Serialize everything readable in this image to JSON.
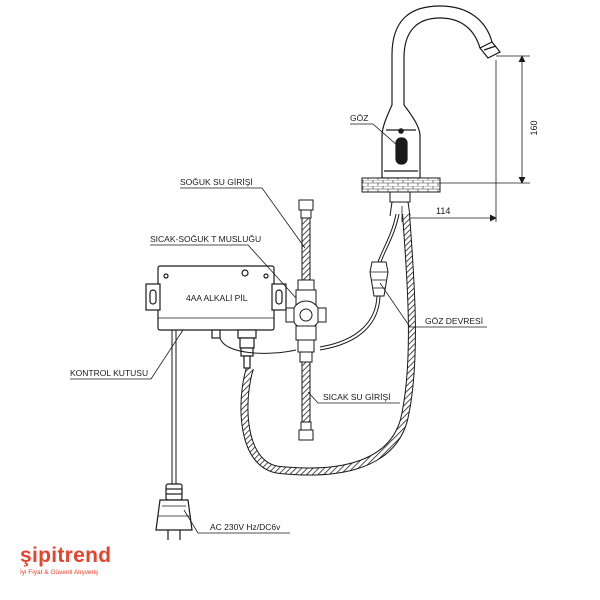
{
  "labels": {
    "goz": "GÖZ",
    "soguk_su": "SOĞUK SU GİRİŞİ",
    "t_musluk": "SICAK-SOĞUK T MUSLUĞU",
    "pil": "4AA ALKALİ PİL",
    "kontrol": "KONTROL KUTUSU",
    "goz_devresi": "GÖZ DEVRESİ",
    "sicak_su": "SICAK SU GİRİŞİ",
    "ac": "AC 230V Hz/DC6v"
  },
  "dimensions": {
    "height": "160",
    "reach": "114"
  },
  "brand": {
    "name": "şipitrend",
    "tagline": "İyi Fiyat & Güvenli Alışveriş",
    "color": "#e8432c"
  }
}
